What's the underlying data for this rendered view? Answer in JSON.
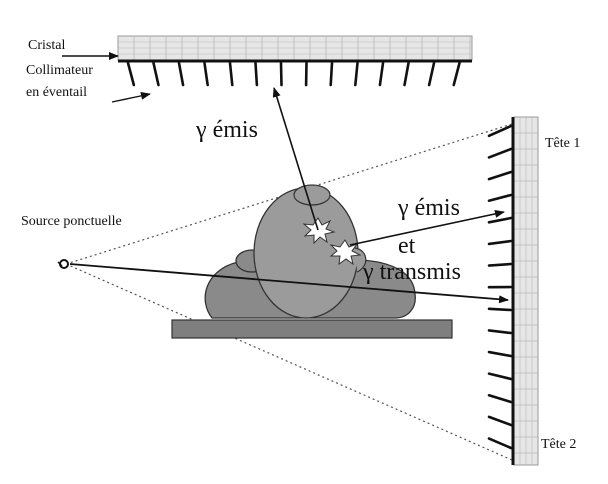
{
  "labels": {
    "cristal": "Cristal",
    "collimateur_line1": "Collimateur",
    "collimateur_line2": "en éventail",
    "gamma_emis": "γ émis",
    "gamma_emis_et_transmis_line1": "γ émis",
    "gamma_emis_et_transmis_line2": "et",
    "gamma_emis_et_transmis_line3": "γ transmis",
    "source": "Source ponctuelle",
    "tete1": "Tête 1",
    "tete2": "Tête 2"
  },
  "colors": {
    "ink": "#111111",
    "crystal_fill": "#e6e6e6",
    "crystal_grid": "#b9b9b9",
    "patient_fill": "#8a8a8a",
    "patient_head_fill": "#9b9b9b",
    "table_fill": "#7f7f7f",
    "burst_fill": "#ffffff"
  }
}
